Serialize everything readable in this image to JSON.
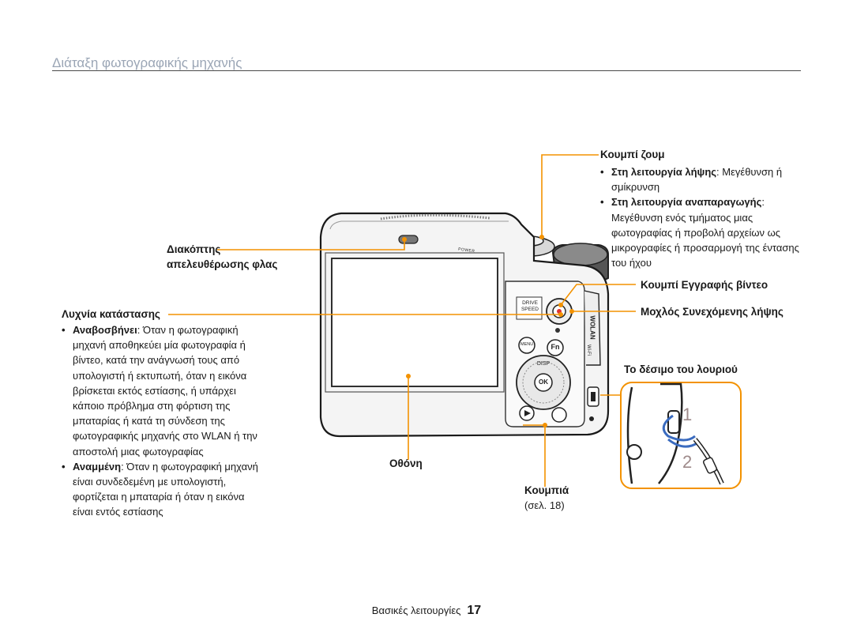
{
  "section_title": "Διάταξη φωτογραφικής μηχανής",
  "labels": {
    "zoom_title": "Κουμπί ζουμ",
    "zoom_b1_bold": "Στη λειτουργία λήψης",
    "zoom_b1_rest": ": Μεγέθυνση ή σμίκρυνση",
    "zoom_b2_bold": "Στη λειτουργία αναπαραγωγής",
    "zoom_b2_rest": ": Μεγέθυνση ενός τμήματος μιας φωτογραφίας ή προβολή αρχείων ως μικρογραφίες ή προσαρμογή της έντασης του ήχου",
    "flash_line1": "Διακόπτης",
    "flash_line2": "απελευθέρωσης φλας",
    "video_button": "Κουμπί Εγγραφής βίντεο",
    "continuous_lever": "Μοχλός Συνεχόμενης λήψης",
    "strap": "Το δέσιμο του λουριού",
    "status_lamp": "Λυχνία κατάστασης",
    "lamp_b1_bold": "Αναβοσβήνει",
    "lamp_b1_rest": ": Όταν η φωτογραφική μηχανή αποθηκεύει μία φωτογραφία ή βίντεο, κατά την ανάγνωσή τους από υπολογιστή ή εκτυπωτή, όταν η εικόνα βρίσκεται εκτός εστίασης, ή υπάρχει κάποιο πρόβλημα στη φόρτιση της μπαταρίας ή κατά τη σύνδεση της φωτογραφικής μηχανής στο WLAN ή την αποστολή μιας φωτογραφίας",
    "lamp_b2_bold": "Αναμμένη",
    "lamp_b2_rest": ": Όταν η φωτογραφική μηχανή είναι συνδεδεμένη με υπολογιστή, φορτίζεται η μπαταρία ή όταν η εικόνα είναι εντός εστίασης",
    "screen": "Οθόνη",
    "buttons": "Κουμπιά",
    "buttons_ref": "(σελ. 18)"
  },
  "camera": {
    "drive_line1": "DRIVE",
    "drive_line2": "SPEED",
    "menu_label": "MENU",
    "fn_label": "Fn",
    "disp_label": "DISP",
    "ok_label": "OK",
    "power_label": "POWER",
    "side_text": "WOLAN",
    "wifi_text": "Wi-Fi"
  },
  "strap_steps": [
    "1",
    "2"
  ],
  "footer": {
    "text": "Βασικές λειτουργίες",
    "page": "17"
  },
  "colors": {
    "accent": "#f39200",
    "title": "#9aa5b5",
    "step_numbers": "#9e8a8a"
  }
}
